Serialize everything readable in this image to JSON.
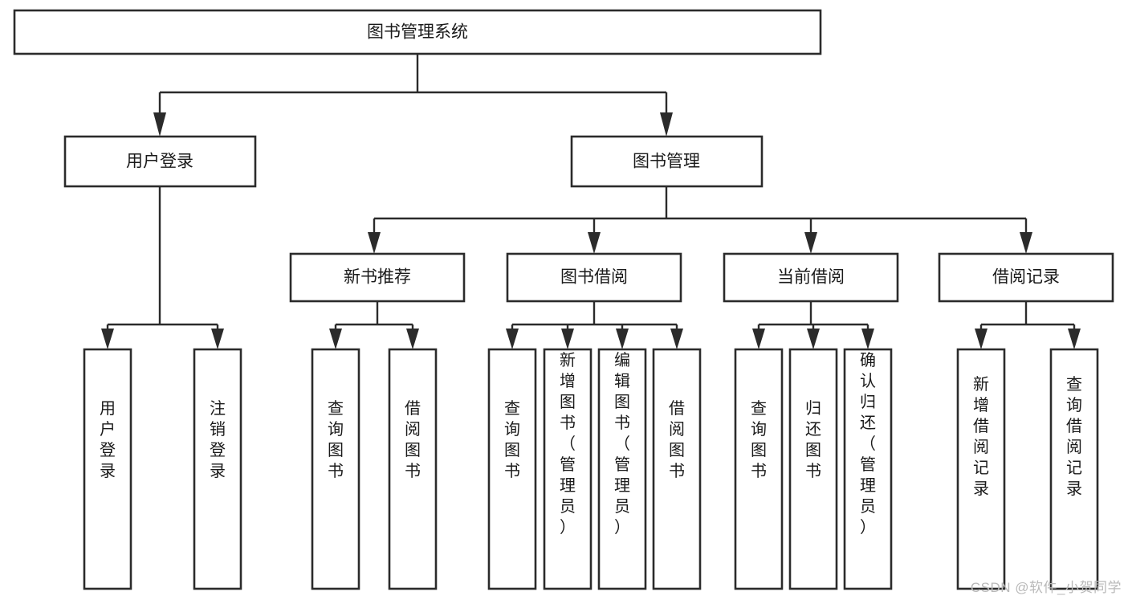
{
  "diagram": {
    "type": "tree-hierarchy-functional-decomposition",
    "title": "图书管理系统",
    "watermark": "CSDN @软件_小贺同学",
    "colors": {
      "stroke": "#2b2b2b",
      "fill": "#ffffff",
      "text": "#1a1a1a",
      "watermark": "#b9b9b9",
      "background": "#ffffff"
    },
    "levels": {
      "root": {
        "label": "图书管理系统"
      },
      "level2": [
        {
          "label": "用户登录"
        },
        {
          "label": "图书管理"
        }
      ],
      "level3": [
        {
          "label": "新书推荐"
        },
        {
          "label": "图书借阅"
        },
        {
          "label": "当前借阅"
        },
        {
          "label": "借阅记录"
        }
      ],
      "leaves": {
        "user_login": [
          {
            "label": "用户登录"
          },
          {
            "label": "注销登录"
          }
        ],
        "new_book": [
          {
            "label": "查询图书"
          },
          {
            "label": "借阅图书"
          }
        ],
        "book_borrow": [
          {
            "label": "查询图书"
          },
          {
            "label": "新增图书（管理员）"
          },
          {
            "label": "编辑图书（管理员）"
          },
          {
            "label": "借阅图书"
          }
        ],
        "current_borrow": [
          {
            "label": "查询图书"
          },
          {
            "label": "归还图书"
          },
          {
            "label": "确认归还（管理员）"
          }
        ],
        "borrow_records": [
          {
            "label": "新增借阅记录"
          },
          {
            "label": "查询借阅记录"
          }
        ]
      }
    }
  }
}
